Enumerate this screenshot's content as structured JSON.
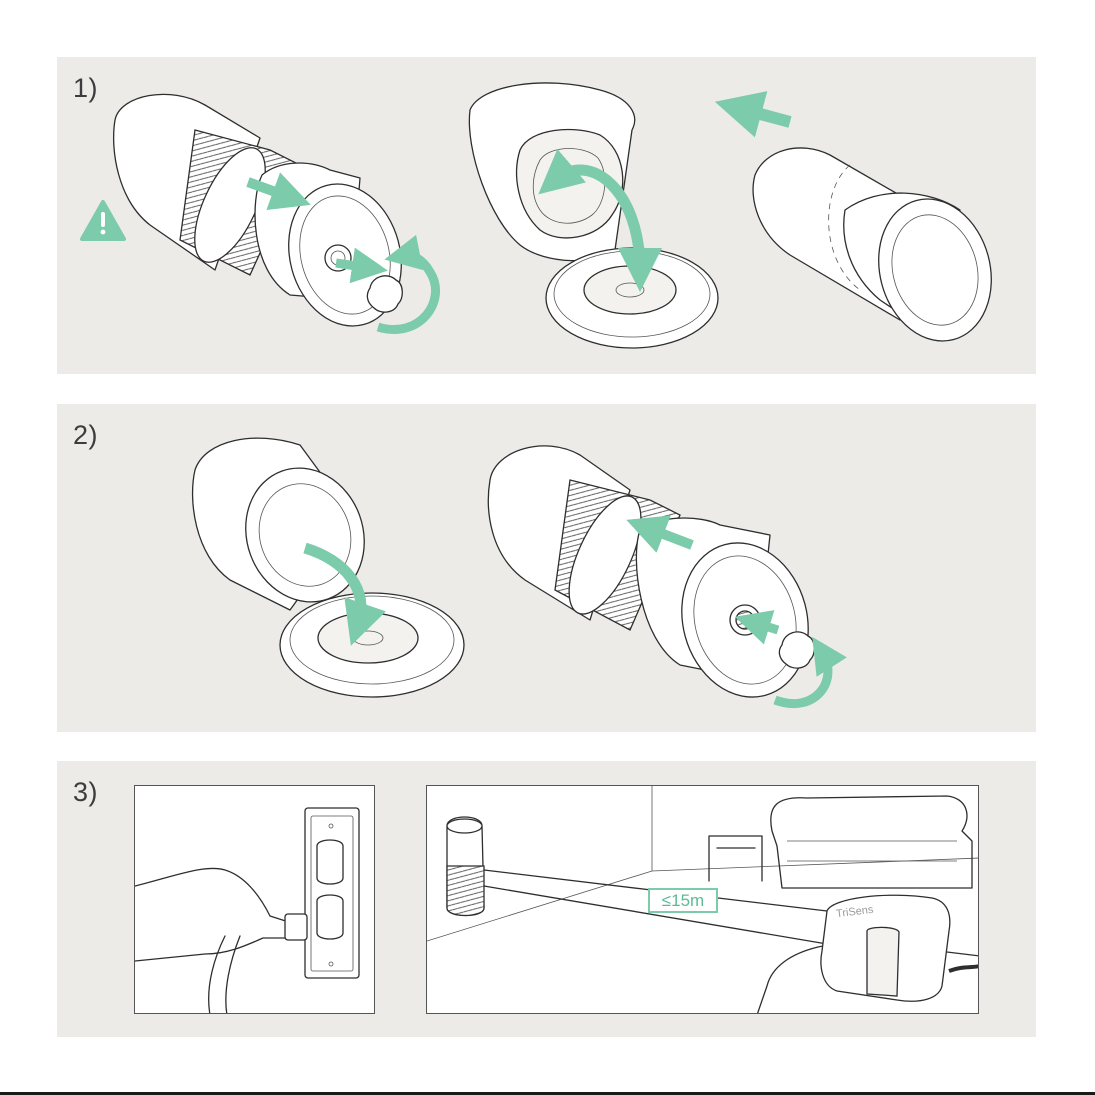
{
  "steps": [
    {
      "number": "1)"
    },
    {
      "number": "2)"
    },
    {
      "number": "3)"
    }
  ],
  "distance_label": "≤15m",
  "device_brand": "TriSens",
  "colors": {
    "panel_background": "#ecebe8",
    "arrow_accent": "#7ccbab",
    "warning": "#7ccbab",
    "line_ink": "#2e2e2e"
  },
  "icons": [
    "warning-icon",
    "direction-arrow-icon",
    "rotate-arrow-icon"
  ]
}
